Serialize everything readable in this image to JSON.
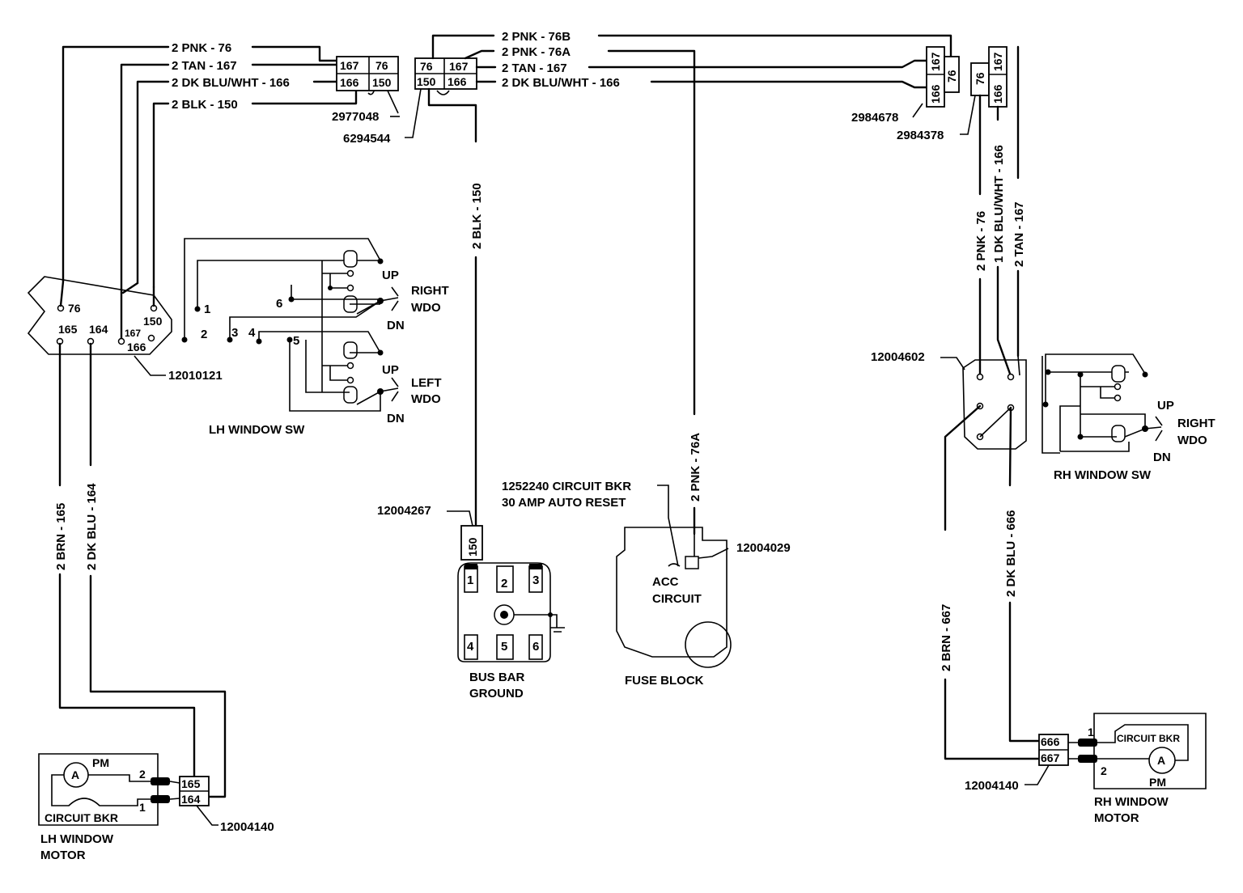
{
  "wires_top": {
    "pnk76": "2 PNK - 76",
    "tan167": "2 TAN - 167",
    "dkbluwht166": "2 DK BLU/WHT - 166",
    "blk150": "2 BLK - 150",
    "pnk76b": "2 PNK - 76B",
    "pnk76a": "2 PNK - 76A",
    "tan167_mid": "2 TAN - 167",
    "dkbluwht166_mid": "2 DK BLU/WHT - 166"
  },
  "vertical_wires": {
    "blk150": "2 BLK - 150",
    "pnk76a": "2 PNK - 76A",
    "brn165": "2 BRN - 165",
    "dkblu164": "2 DK BLU - 164",
    "pnk76_rh": "2 PNK - 76",
    "dkbluwht166_rh": "1 DK BLU/WHT - 166",
    "tan167_rh": "2 TAN - 167",
    "brn667": "2 BRN - 667",
    "dkblu666": "2 DK BLU - 666"
  },
  "part_numbers": {
    "conn_2977048": "2977048",
    "conn_6294544": "6294544",
    "conn_2984678": "2984678",
    "conn_2984378": "2984378",
    "lh_switch_conn": "12010121",
    "rh_switch_conn": "12004602",
    "bus_bar_conn": "12004267",
    "fuse_conn": "12004029",
    "lh_motor_conn": "12004140",
    "rh_motor_conn": "12004140"
  },
  "connector_pins": {
    "c1_167": "167",
    "c1_76": "76",
    "c1_166": "166",
    "c1_150": "150",
    "c2_76": "76",
    "c2_167": "167",
    "c2_150": "150",
    "c2_166": "166",
    "c3_167": "167",
    "c3_166": "166",
    "c3_76": "76",
    "c4_76": "76",
    "c4_166": "166",
    "c4_167": "167",
    "bus_150": "150",
    "lhm_165": "165",
    "lhm_164": "164",
    "rhm_666": "666",
    "rhm_667": "667"
  },
  "lh_switch": {
    "pin_76": "76",
    "pin_150": "150",
    "pin_165": "165",
    "pin_164": "164",
    "pin_167": "167",
    "pin_166": "166",
    "t1": "1",
    "t2": "2",
    "t3": "3",
    "t4": "4",
    "t5": "5",
    "t6": "6",
    "up": "UP",
    "dn": "DN",
    "right": "RIGHT",
    "wdo": "WDO",
    "left": "LEFT",
    "up2": "UP",
    "dn2": "DN",
    "wdo2": "WDO",
    "title": "LH WINDOW SW"
  },
  "rh_switch": {
    "up": "UP",
    "dn": "DN",
    "right": "RIGHT",
    "wdo": "WDO",
    "title": "RH WINDOW SW"
  },
  "bus_bar": {
    "n1": "1",
    "n2": "2",
    "n3": "3",
    "n4": "4",
    "n5": "5",
    "n6": "6",
    "title1": "BUS BAR",
    "title2": "GROUND"
  },
  "fuse_block": {
    "breaker1": "1252240 CIRCUIT BKR",
    "breaker2": "30 AMP AUTO RESET",
    "acc1": "ACC",
    "acc2": "CIRCUIT",
    "title": "FUSE BLOCK"
  },
  "lh_motor": {
    "a": "A",
    "pm": "PM",
    "p2": "2",
    "p1": "1",
    "breaker": "CIRCUIT BKR",
    "title1": "LH WINDOW",
    "title2": "MOTOR"
  },
  "rh_motor": {
    "a": "A",
    "pm": "PM",
    "p2": "2",
    "p1": "1",
    "breaker": "CIRCUIT BKR",
    "title1": "RH WINDOW",
    "title2": "MOTOR"
  }
}
